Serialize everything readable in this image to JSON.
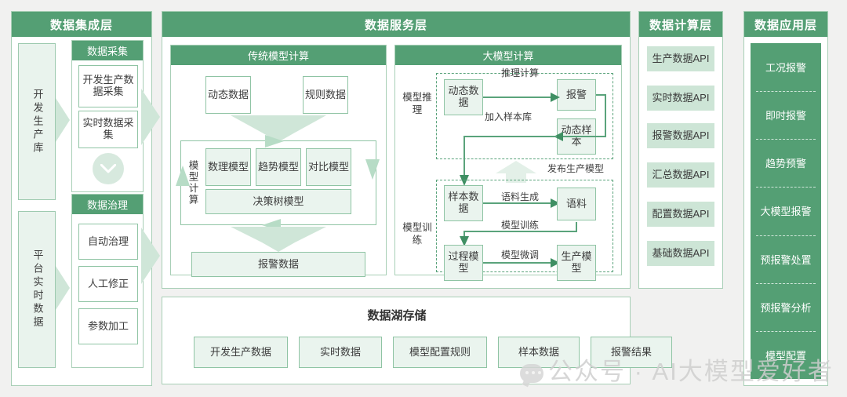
{
  "watermark": "公众号 · AI大模型爱好者",
  "colors": {
    "header_green": "#549f74",
    "box_fill": "#eaf4ee",
    "box_border": "#8fc4a4",
    "page_bg": "#f1f1f0",
    "arrow_fill": "#cfe6d8",
    "connector": "#5aa37b"
  },
  "integration_layer": {
    "title": "数据集成层",
    "sources": [
      "开发生产库",
      "平台实时数据"
    ],
    "collect": {
      "title": "数据采集",
      "items": [
        "开发生产数据采集",
        "实时数据采集"
      ]
    },
    "govern": {
      "title": "数据治理",
      "items": [
        "自动治理",
        "人工修正",
        "参数加工"
      ]
    }
  },
  "service_layer": {
    "title": "数据服务层",
    "traditional": {
      "title": "传统模型计算",
      "inputs": [
        "动态数据",
        "规则数据"
      ],
      "group_label": "模型计算",
      "models": [
        "数理模型",
        "趋势模型",
        "对比模型"
      ],
      "wide_model": "决策树模型",
      "output": "报警数据"
    },
    "large_model": {
      "title": "大模型计算",
      "inference": {
        "label": "模型推理",
        "nodes": [
          "动态数据",
          "报警",
          "动态样本"
        ],
        "edges": [
          "推理计算",
          "加入样本库"
        ]
      },
      "publish_edge": "发布生产模型",
      "training": {
        "label": "模型训练",
        "nodes": [
          "样本数据",
          "语料",
          "过程模型",
          "生产模型"
        ],
        "edges": [
          "语料生成",
          "模型训练",
          "模型微调"
        ]
      }
    },
    "lake": {
      "title": "数据湖存储",
      "items": [
        "开发生产数据",
        "实时数据",
        "模型配置规则",
        "样本数据",
        "报警结果"
      ]
    }
  },
  "compute_layer": {
    "title": "数据计算层",
    "apis": [
      "生产数据API",
      "实时数据API",
      "报警数据API",
      "汇总数据API",
      "配置数据API",
      "基础数据API"
    ]
  },
  "app_layer": {
    "title": "数据应用层",
    "items": [
      "工况报警",
      "即时报警",
      "趋势预警",
      "大模型报警",
      "预报警处置",
      "预报警分析",
      "模型配置"
    ]
  }
}
